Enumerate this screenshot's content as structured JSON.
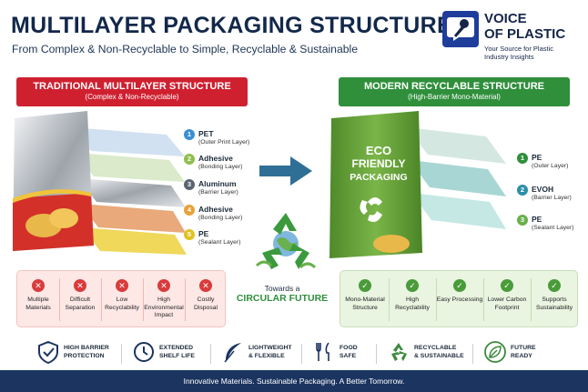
{
  "header": {
    "title": "MULTILAYER PACKAGING STRUCTURE",
    "subtitle": "From Complex & Non-Recyclable to Simple, Recyclable & Sustainable"
  },
  "logo": {
    "name_line1": "VOICE",
    "name_line2": "OF PLASTIC",
    "tagline": "Your Source for Plastic Industry Insights"
  },
  "traditional": {
    "banner_title": "TRADITIONAL MULTILAYER STRUCTURE",
    "banner_subtitle": "(Complex & Non-Recyclable)",
    "layers": [
      {
        "number": "1",
        "name": "PET",
        "desc": "(Outer Print Layer)",
        "color": "#3b8fd1"
      },
      {
        "number": "2",
        "name": "Adhesive",
        "desc": "(Bonding Layer)",
        "color": "#8fbf4e"
      },
      {
        "number": "3",
        "name": "Aluminum",
        "desc": "(Barrier Layer)",
        "color": "#5a6470"
      },
      {
        "number": "4",
        "name": "Adhesive",
        "desc": "(Bonding Layer)",
        "color": "#e8a23a"
      },
      {
        "number": "5",
        "name": "PE",
        "desc": "(Sealant Layer)",
        "color": "#e0c21f"
      }
    ],
    "issues": [
      {
        "label": "Multiple Materials"
      },
      {
        "label": "Difficult Separation"
      },
      {
        "label": "Low Recyclability"
      },
      {
        "label": "High Environmental Impact"
      },
      {
        "label": "Costly Disposal"
      }
    ]
  },
  "modern": {
    "banner_title": "MODERN RECYCLABLE STRUCTURE",
    "banner_subtitle": "(High-Barrier Mono-Material)",
    "bag_text": [
      "ECO",
      "FRIENDLY",
      "PACKAGING"
    ],
    "layers": [
      {
        "number": "1",
        "name": "PE",
        "desc": "(Outer Layer)",
        "color": "#2f8f3b"
      },
      {
        "number": "2",
        "name": "EVOH",
        "desc": "(Barrier Layer)",
        "color": "#2b8fa8"
      },
      {
        "number": "3",
        "name": "PE",
        "desc": "(Sealant Layer)",
        "color": "#6ab04c"
      }
    ],
    "benefits": [
      {
        "label": "Mono-Material Structure"
      },
      {
        "label": "High Recyclability"
      },
      {
        "label": "Easy Processing"
      },
      {
        "label": "Lower Carbon Footprint"
      },
      {
        "label": "Supports Sustainability"
      }
    ]
  },
  "center": {
    "towards": "Towards a",
    "circular": "CIRCULAR FUTURE"
  },
  "features": [
    {
      "icon": "shield-check-icon",
      "line1": "HIGH BARRIER",
      "line2": "PROTECTION"
    },
    {
      "icon": "clock-icon",
      "line1": "EXTENDED",
      "line2": "SHELF LIFE"
    },
    {
      "icon": "feather-icon",
      "line1": "LIGHTWEIGHT",
      "line2": "& FLEXIBLE"
    },
    {
      "icon": "utensils-icon",
      "line1": "FOOD",
      "line2": "SAFE"
    },
    {
      "icon": "recycle-icon",
      "line1": "RECYCLABLE",
      "line2": "& SUSTAINABLE"
    },
    {
      "icon": "leaf-icon",
      "line1": "FUTURE",
      "line2": "READY"
    }
  ],
  "footer": {
    "text": "Innovative Materials. Sustainable Packaging. A Better Tomorrow."
  },
  "colors": {
    "navy": "#12284a",
    "red": "#cf2030",
    "green": "#2f8f3b",
    "footer": "#1b3460"
  }
}
